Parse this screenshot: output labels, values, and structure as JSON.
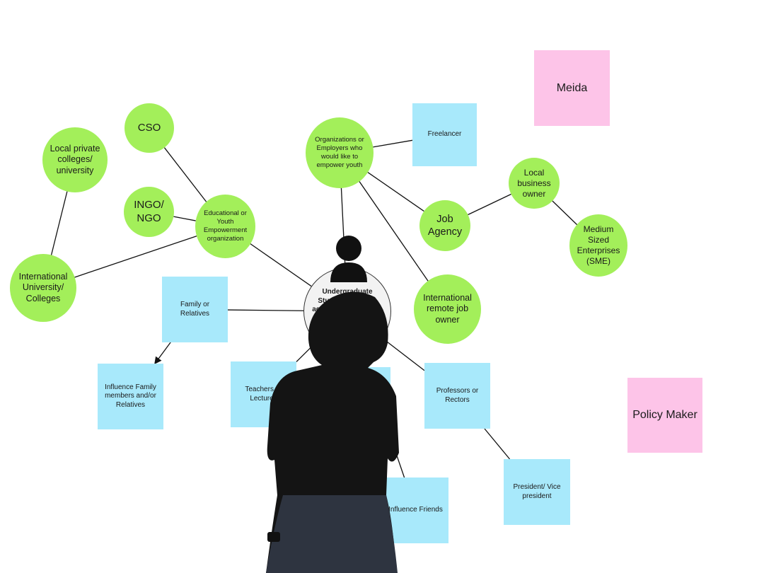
{
  "diagram": {
    "nodes": [
      {
        "id": "meida",
        "label": "Meida",
        "kind": "pink"
      },
      {
        "id": "policy",
        "label": "Policy Maker",
        "kind": "pink"
      },
      {
        "id": "cso",
        "label": "CSO",
        "kind": "circle"
      },
      {
        "id": "local_private",
        "label": "Local private colleges/ university",
        "kind": "circle"
      },
      {
        "id": "ingo",
        "label": "INGO/ NGO",
        "kind": "circle"
      },
      {
        "id": "edu_youth",
        "label": "Educational or Youth Empowerment organization",
        "kind": "circle"
      },
      {
        "id": "intl_univ",
        "label": "International University/ Colleges",
        "kind": "circle"
      },
      {
        "id": "orgs",
        "label": "Organizations or Employers who would like to empower youth",
        "kind": "circle"
      },
      {
        "id": "job_agency",
        "label": "Job Agency",
        "kind": "circle"
      },
      {
        "id": "local_biz",
        "label": "Local business owner",
        "kind": "circle"
      },
      {
        "id": "sme",
        "label": "Medium Sized Enterprises (SME)",
        "kind": "circle"
      },
      {
        "id": "intl_remote",
        "label": "International remote job owner",
        "kind": "circle"
      },
      {
        "id": "freelancer",
        "label": "Freelancer",
        "kind": "sticky"
      },
      {
        "id": "family",
        "label": "Family or Relatives",
        "kind": "sticky"
      },
      {
        "id": "influence_family",
        "label": "Influence Family members and/or Relatives",
        "kind": "sticky"
      },
      {
        "id": "teachers",
        "label": "Teachers or Lectures",
        "kind": "sticky"
      },
      {
        "id": "professors",
        "label": "Professors or Rectors",
        "kind": "sticky"
      },
      {
        "id": "president",
        "label": "President/ Vice president",
        "kind": "sticky"
      },
      {
        "id": "friends",
        "label": "Influence Friends",
        "kind": "sticky"
      },
      {
        "id": "hidden_note",
        "label": "",
        "kind": "sticky"
      },
      {
        "id": "hidden_note2",
        "label": "",
        "kind": "sticky"
      },
      {
        "id": "student",
        "label": "Undergraduate Students who are actively looking for a job with various",
        "kind": "center"
      }
    ],
    "edges": [
      [
        "local_private",
        "intl_univ"
      ],
      [
        "intl_univ",
        "edu_youth"
      ],
      [
        "ingo",
        "edu_youth"
      ],
      [
        "cso",
        "edu_youth"
      ],
      [
        "edu_youth",
        "student"
      ],
      [
        "orgs",
        "freelancer"
      ],
      [
        "orgs",
        "job_agency"
      ],
      [
        "orgs",
        "intl_remote"
      ],
      [
        "orgs",
        "student"
      ],
      [
        "job_agency",
        "local_biz"
      ],
      [
        "local_biz",
        "sme"
      ],
      [
        "family",
        "student"
      ],
      [
        "family",
        "influence_family"
      ],
      [
        "teachers",
        "student"
      ],
      [
        "professors",
        "student"
      ],
      [
        "professors",
        "president"
      ],
      [
        "friends",
        "student"
      ]
    ],
    "colors": {
      "circle": "#a3ef5a",
      "sticky": "#a8e9fb",
      "pink": "#fdc4e8",
      "line": "#111111"
    }
  }
}
